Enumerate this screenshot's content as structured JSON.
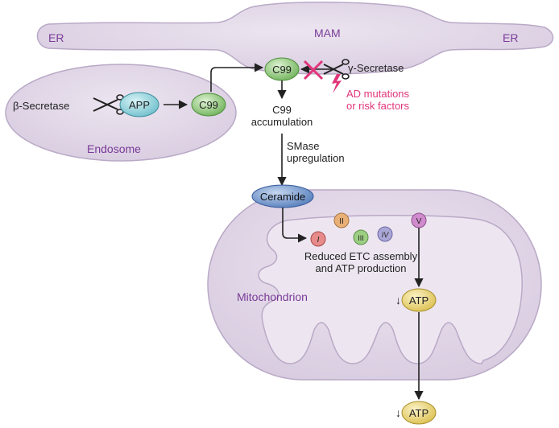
{
  "labels": {
    "er_left": "ER",
    "er_right": "ER",
    "mam": "MAM",
    "endosome": "Endosome",
    "mitochondrion": "Mitochondrion",
    "beta_secretase": "β-Secretase",
    "gamma_secretase": "γ-Secretase",
    "app": "APP",
    "c99_endosome": "C99",
    "c99_mam": "C99",
    "c99_accumulation_line1": "C99",
    "c99_accumulation_line2": "accumulation",
    "smase_line1": "SMase",
    "smase_line2": "upregulation",
    "ad_line1": "AD mutations",
    "ad_line2": "or risk factors",
    "ceramide": "Ceramide",
    "complex_1": "I",
    "complex_2": "II",
    "complex_3": "III",
    "complex_4": "IV",
    "complex_5": "V",
    "etc_line1": "Reduced ETC assembly",
    "etc_line2": "and ATP production",
    "atp_mito": "ATP",
    "atp_cyto": "ATP",
    "down_arrow_1": "↓",
    "down_arrow_2": "↓"
  },
  "colors": {
    "membrane_fill": "#e2d8e8",
    "membrane_stroke": "#b9a9c6",
    "region_label": "#7a3b98",
    "ad_text": "#e0357a",
    "app_fill": "#8fd3dc",
    "c99_fill": "#8fc97a",
    "ceramide_fill": "#6e95cc",
    "atp_fill": "#eed97a",
    "complex_1": "#e78a8a",
    "complex_2": "#e8b077",
    "complex_3": "#9ccf84",
    "complex_4": "#aaa6d6",
    "complex_5": "#d08bcd"
  }
}
